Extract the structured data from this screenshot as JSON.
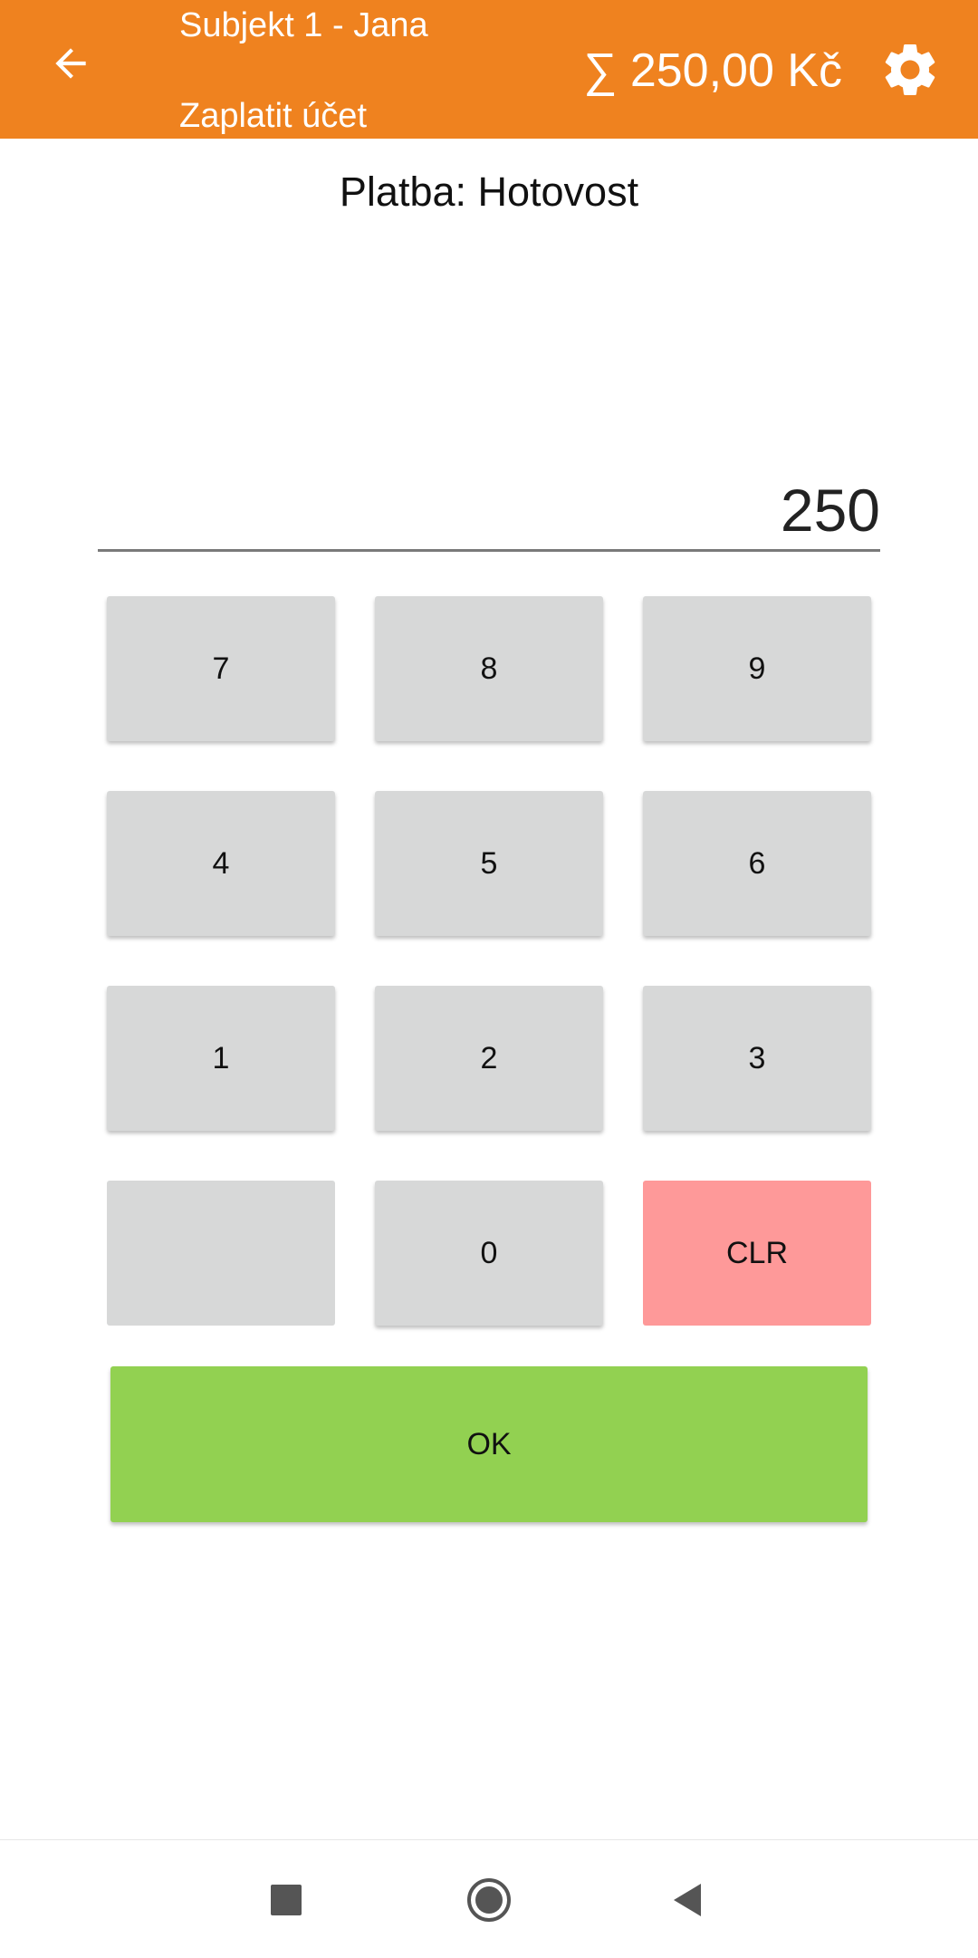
{
  "appbar": {
    "title": "Subjekt 1 - Jana",
    "subtitle": "Zaplatit účet",
    "total": "∑ 250,00 Kč",
    "background": "#ef821f",
    "back_icon": "arrow-back-icon",
    "settings_icon": "gear-icon"
  },
  "payment": {
    "label": "Platba: Hotovost",
    "amount": "250"
  },
  "keypad": {
    "rows": [
      [
        "7",
        "8",
        "9"
      ],
      [
        "4",
        "5",
        "6"
      ],
      [
        "1",
        "2",
        "3"
      ],
      [
        "",
        "0",
        "CLR"
      ]
    ],
    "clear_color": "#fe9999",
    "key_color": "#d7d8d8"
  },
  "ok_button": {
    "label": "OK",
    "color": "#92d151"
  },
  "navbar": {
    "icons": [
      "recent-apps-icon",
      "home-icon",
      "back-icon"
    ]
  }
}
